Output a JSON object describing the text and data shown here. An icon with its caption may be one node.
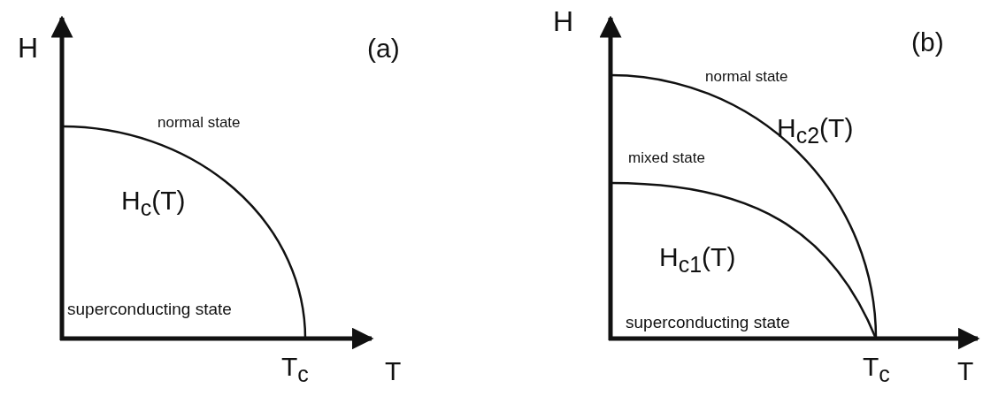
{
  "diagram": {
    "labels": [
      "H",
      "(a)",
      "normal state",
      "H$_{c}$(T)",
      "superconducting state",
      "T$_{c}$",
      "T",
      "H",
      "(b)",
      "normal state",
      "H$_{c2}$(T)",
      "mixed state",
      "H$_{c1}$(T)",
      "superconducting state",
      "T$_{c}$",
      "T"
    ]
  }
}
